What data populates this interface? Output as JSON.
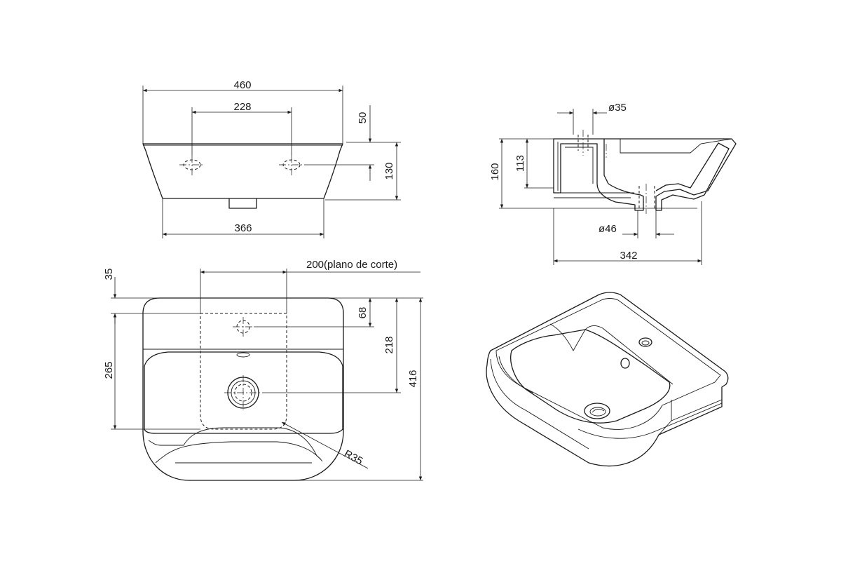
{
  "views": {
    "front": {
      "dim_total_width": "460",
      "dim_tap_spacing": "228",
      "dim_top_offset": "50",
      "dim_height": "130",
      "dim_base_width": "366"
    },
    "side_section": {
      "dim_tap_hole": "ø35",
      "dim_total_height": "160",
      "dim_inner_height": "113",
      "dim_waste_hole": "ø46",
      "dim_depth": "342"
    },
    "plan": {
      "dim_left_offset": "35",
      "dim_cut_plane": "200(plano de corte)",
      "dim_tap_from_back": "68",
      "dim_waste_from_back": "218",
      "dim_total_depth": "416",
      "dim_side_length": "265",
      "dim_radius": "R35"
    }
  }
}
